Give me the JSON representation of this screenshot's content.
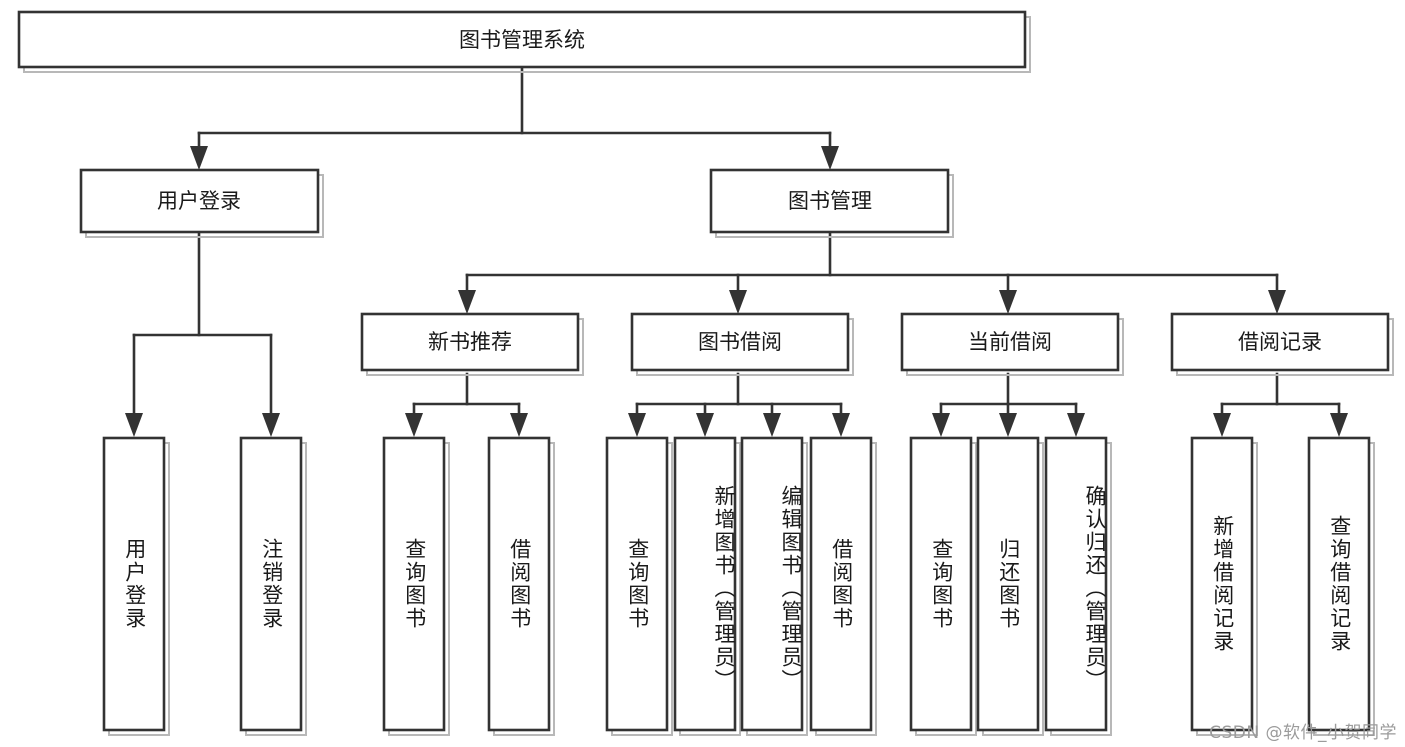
{
  "diagram": {
    "title": "图书管理系统",
    "type": "tree-hierarchy-chart",
    "watermark": "CSDN @软件_小贺同学",
    "colors": {
      "stroke": "#333333",
      "fill": "#ffffff",
      "text": "#1a1a1a",
      "watermark": "#9b9b9b"
    },
    "root": {
      "label": "图书管理系统"
    },
    "level2": [
      {
        "label": "用户登录"
      },
      {
        "label": "图书管理"
      }
    ],
    "level3": [
      {
        "label": "新书推荐"
      },
      {
        "label": "图书借阅"
      },
      {
        "label": "当前借阅"
      },
      {
        "label": "借阅记录"
      }
    ],
    "leaves": {
      "user_login": [
        {
          "label": "用户登录"
        },
        {
          "label": "注销登录"
        }
      ],
      "new_book_recommend": [
        {
          "label": "查询图书"
        },
        {
          "label": "借阅图书"
        }
      ],
      "book_borrow": [
        {
          "label": "查询图书"
        },
        {
          "label": "新增图书（管理员）"
        },
        {
          "label": "编辑图书（管理员）"
        },
        {
          "label": "借阅图书"
        }
      ],
      "current_borrow": [
        {
          "label": "查询图书"
        },
        {
          "label": "归还图书"
        },
        {
          "label": "确认归还（管理员）"
        }
      ],
      "borrow_record": [
        {
          "label": "新增借阅记录"
        },
        {
          "label": "查询借阅记录"
        }
      ]
    }
  }
}
